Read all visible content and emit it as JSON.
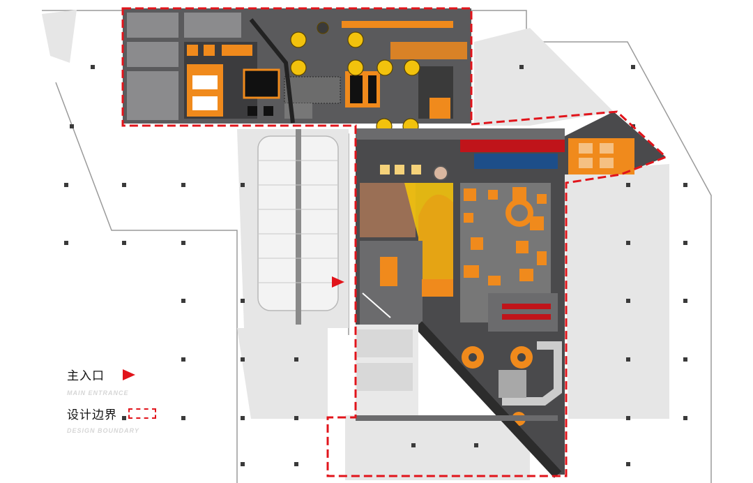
{
  "legend": {
    "entrance": {
      "zh": "主入口",
      "en": "MAIN ENTRANCE",
      "icon": "red-triangle-icon",
      "color": "#e1141b"
    },
    "boundary": {
      "zh": "设计边界",
      "en": "DESIGN BOUNDARY",
      "icon": "red-dashed-rectangle-icon",
      "color": "#e1141b"
    }
  },
  "colors": {
    "boundary": "#e1141b",
    "accent_orange": "#f08a1c",
    "accent_yellow": "#f2c20d",
    "floor_dark": "#4a4a4c",
    "floor_mid": "#7c7c7e",
    "ground": "#e4e4e4"
  }
}
